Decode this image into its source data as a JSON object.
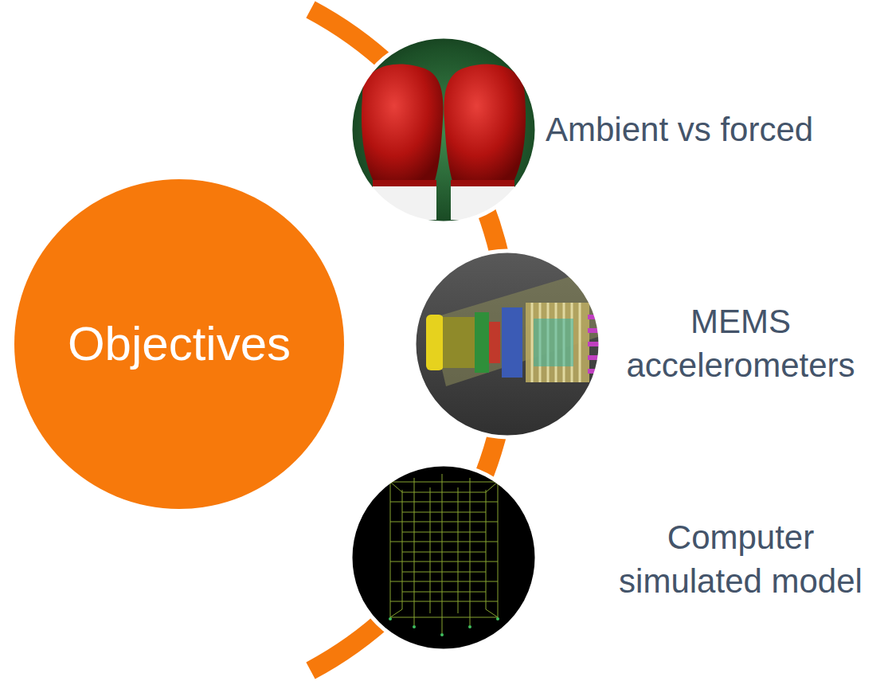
{
  "diagram": {
    "nodes": [
      {
        "text": [
          "Objectives"
        ]
      },
      {
        "text": [
          "Ambient vs forced"
        ]
      },
      {
        "text": [
          "MEMS accelerometers"
        ]
      },
      {
        "text": [
          "Computer simulated model"
        ]
      }
    ]
  }
}
